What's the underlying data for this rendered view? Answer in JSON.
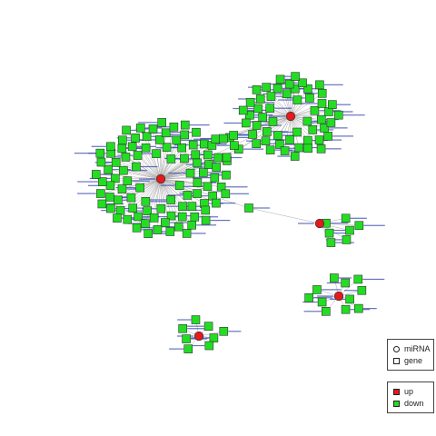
{
  "legend": {
    "shape": [
      {
        "label": "miRNA",
        "icon": "circle-icon"
      },
      {
        "label": "gene",
        "icon": "square-icon"
      }
    ],
    "regulation": [
      {
        "label": "up",
        "color": "#e41a1c"
      },
      {
        "label": "down",
        "color": "#22dd22"
      }
    ]
  },
  "colors": {
    "mirna": "#e41a1c",
    "gene": "#22dd22",
    "edge": "#aaaaaa",
    "label": "#3344aa"
  },
  "network": {
    "clusters": [
      {
        "id": "c1",
        "gene_count": 95
      },
      {
        "id": "c2",
        "gene_count": 52
      },
      {
        "id": "c3",
        "gene_count": 7
      },
      {
        "id": "c4",
        "gene_count": 11
      },
      {
        "id": "c5",
        "gene_count": 8
      }
    ],
    "bridge_genes": [
      {
        "from": "c1",
        "to": "c2",
        "count": 7
      },
      {
        "from": "c1",
        "to": "c3",
        "count": 1
      }
    ]
  }
}
